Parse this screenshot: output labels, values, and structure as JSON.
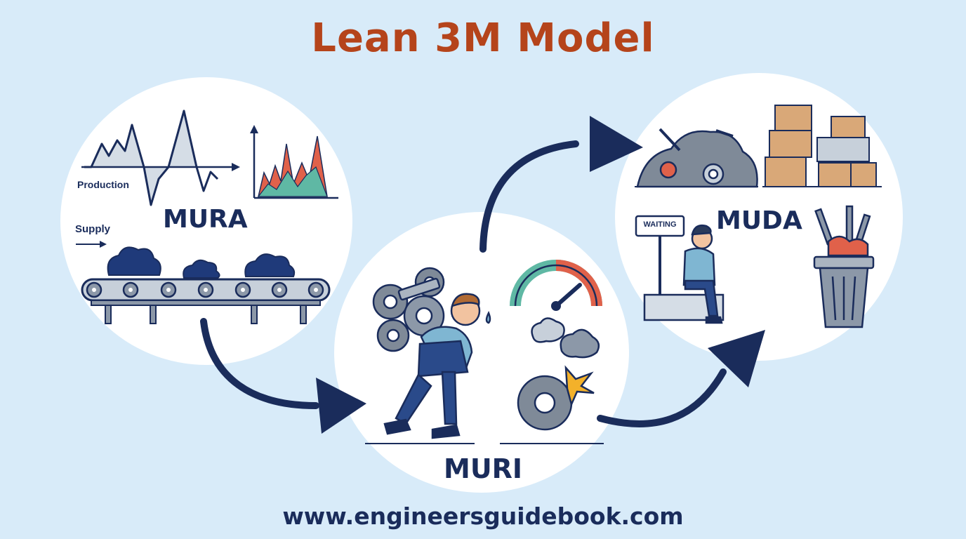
{
  "title": "Lean 3M Model",
  "footer": "www.engineersguidebook.com",
  "mura": {
    "label": "MURA",
    "production_label": "Production",
    "supply_label": "Supply"
  },
  "muri": {
    "label": "MURI"
  },
  "muda": {
    "label": "MUDA",
    "waiting_sign": "WAITING"
  },
  "colors": {
    "title": "#b5441b",
    "navy": "#1a2c5b",
    "background": "#d8ebf9",
    "circle": "#ffffff",
    "chart_red": "#e0614a",
    "chart_teal": "#5fb8a4",
    "gauge_teal": "#5fb8a4",
    "gauge_red": "#e0614a",
    "spark": "#f3b12a"
  },
  "icons": [
    "zigzag-chart-icon",
    "peak-chart-icon",
    "conveyor-icon",
    "gear-stack-icon",
    "worker-icon",
    "gauge-icon",
    "broken-gear-icon",
    "scrap-pile-icon",
    "boxes-icon",
    "waiting-person-icon",
    "trash-can-icon",
    "flow-arrow-icon"
  ]
}
